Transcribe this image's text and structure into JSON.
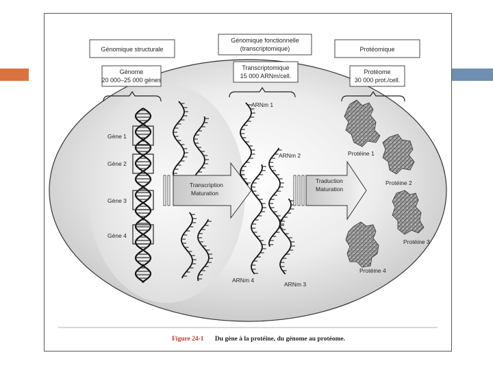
{
  "headers": {
    "structural": "Génomique structurale",
    "functional_l1": "Génomique fonctionnelle",
    "functional_l2": "(transcriptomique)",
    "proteomics": "Protéomique"
  },
  "subheaders": {
    "genome_l1": "Génome",
    "genome_l2": "20 000–25 000 gènes",
    "transcriptome_l1": "Transcriptomique",
    "transcriptome_l2": "15 000 ARNm/cell.",
    "proteome_l1": "Protéome",
    "proteome_l2": "30 000 prot./cell."
  },
  "genes": [
    "Gène 1",
    "Gène 2",
    "Gène 3",
    "Gène 4"
  ],
  "arrows": {
    "transcription_l1": "Transcription",
    "transcription_l2": "Maturation",
    "translation_l1": "Traduction",
    "translation_l2": "Maturation"
  },
  "mrna": [
    "ARNm 1",
    "ARNm 2",
    "ARNm 3",
    "ARNm 4"
  ],
  "proteins": [
    "Protéine 1",
    "Protéine 2",
    "Protéine 3",
    "Protéine 4"
  ],
  "caption": {
    "label": "Figure 24-1",
    "text": "Du gène à la protéine, du génome au protéome."
  },
  "colors": {
    "left_bar": "#d9733f",
    "right_bar": "#6f8fb0"
  }
}
